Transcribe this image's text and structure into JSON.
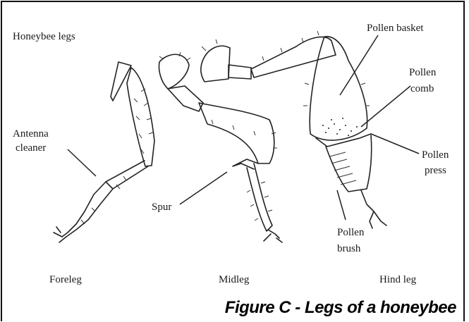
{
  "title": "Honeybee legs",
  "labels": {
    "antenna_cleaner_1": "Antenna",
    "antenna_cleaner_2": "cleaner",
    "spur": "Spur",
    "pollen_basket": "Pollen basket",
    "pollen_comb_1": "Pollen",
    "pollen_comb_2": "comb",
    "pollen_press_1": "Pollen",
    "pollen_press_2": "press",
    "pollen_brush_1": "Pollen",
    "pollen_brush_2": "brush",
    "foreleg": "Foreleg",
    "midleg": "Midleg",
    "hind_leg": "Hind leg"
  },
  "caption": "Figure C - Legs of a honeybee"
}
